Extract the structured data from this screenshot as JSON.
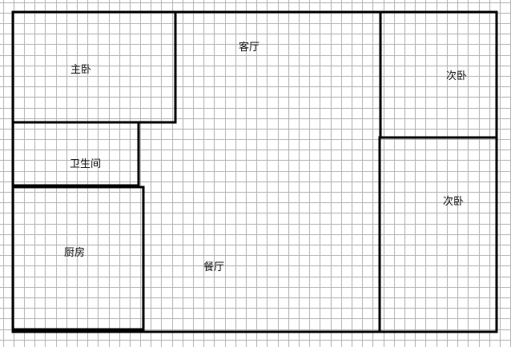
{
  "floor_plan": {
    "rooms": {
      "master_bedroom": "主卧",
      "living_room": "客厅",
      "bedroom_top_right": "次卧",
      "bedroom_bottom_right": "次卧",
      "bathroom": "卫生间",
      "kitchen": "厨房",
      "dining_room": "餐厅"
    }
  },
  "colors": {
    "grid": "#b4b4b4",
    "walls": "#000000",
    "background": "#ffffff"
  }
}
